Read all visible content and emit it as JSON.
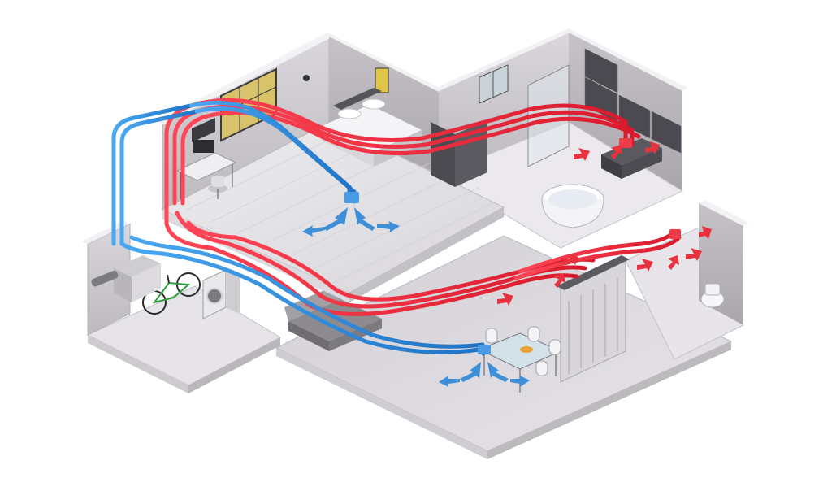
{
  "diagram": {
    "kind": "isometric-house-cutaway-ventilation",
    "colors": {
      "background": "#ffffff",
      "floor_light": "#e9e7ea",
      "floor_tile": "#dcdadd",
      "wall_inner": "#d6d4d8",
      "wall_outer": "#b9b6bb",
      "wall_top": "#f1eff2",
      "supply_duct": "#2f8fe0",
      "extract_duct": "#e8283a",
      "supply_arrow": "#3d8fd8",
      "extract_arrow": "#e8323e"
    },
    "icons": {
      "supply_arrow": "blue-airflow-arrow",
      "extract_arrow": "red-airflow-arrow",
      "unit": "ventilation-unit-icon"
    }
  }
}
